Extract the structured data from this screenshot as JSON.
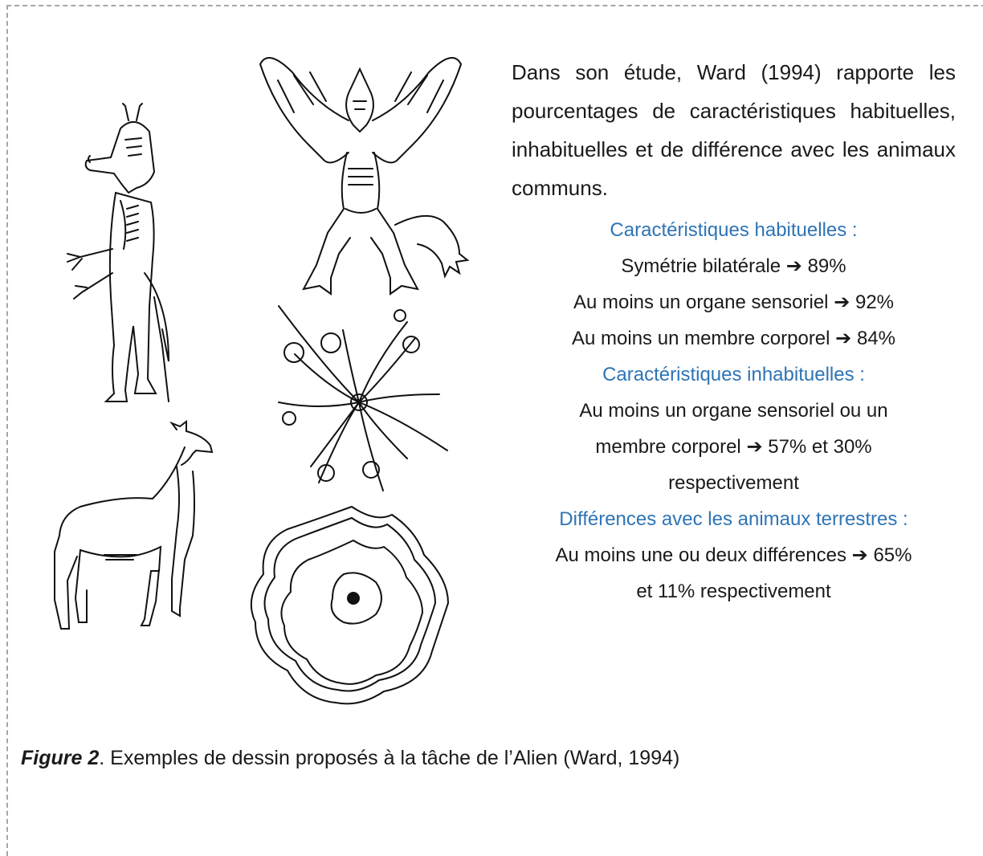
{
  "intro": "Dans son étude, Ward (1994) rapporte les pourcentages de caractéristiques habituelles, inhabituelles et de différence avec les animaux communs.",
  "sections": [
    {
      "heading": "Caractéristiques habituelles :",
      "lines": [
        {
          "text": "Symétrie bilatérale",
          "arrow": "➔",
          "value": "89%"
        },
        {
          "text": "Au moins un organe sensoriel",
          "arrow": "➔",
          "value": "92%"
        },
        {
          "text": "Au moins un membre corporel",
          "arrow": "➔",
          "value": "84%"
        }
      ]
    },
    {
      "heading": "Caractéristiques inhabituelles :",
      "line1": "Au moins un organe sensoriel ou un",
      "line2_text": "membre corporel",
      "arrow": "➔",
      "line2_value": "57% et 30%",
      "line3": "respectivement"
    },
    {
      "heading": "Différences avec les animaux terrestres :",
      "line1_text": "Au moins une ou deux différences",
      "arrow": "➔",
      "line1_value": "65%",
      "line2": "et 11% respectivement"
    }
  ],
  "caption": {
    "label": "Figure 2",
    "text": ". Exemples de dessin proposés à la tâche de l’Alien (Ward, 1994)"
  },
  "colors": {
    "heading": "#2e74b5",
    "border": "#a6a6a6",
    "ink": "#1a1a1a"
  },
  "drawings": [
    "humanoid-alien",
    "winged-creature",
    "quadruped-creature",
    "radial-tentacle-creature",
    "concentric-blob-creature"
  ]
}
